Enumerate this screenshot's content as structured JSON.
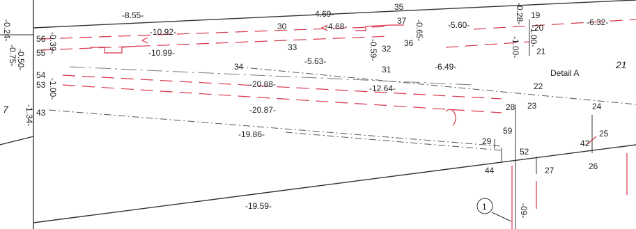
{
  "elevations": {
    "e1": "-8.55-",
    "e2": "-10.92-",
    "e3": "-10.99-",
    "e4": "-4.69-",
    "e5": "-4.68-",
    "e6": "-5.60-",
    "e7": "-6.32-",
    "e8": "-5.63-",
    "e9": "-6.49-",
    "e10": "-20.88-",
    "e11": "-12.64-",
    "e12": "-20.87-",
    "e13": "-19.86-",
    "e14": "-19.59-"
  },
  "vertical_elevations": {
    "v1": "-0.24-",
    "v2": "-0.75-",
    "v3": "-0.50-",
    "v4": "-1.34-",
    "v5": "-0.39-",
    "v6": "-1.00-",
    "v7": "-0.59-",
    "v8": "-0.65-",
    "v9": "-0.28-",
    "v10": "-1.00-",
    "v11": "-1.00-",
    "v12": "-09-"
  },
  "point_numbers": {
    "p30": "30",
    "p33": "33",
    "p34": "34",
    "p35": "35",
    "p37": "37",
    "p36": "36",
    "p32": "32",
    "p31": "31",
    "p19": "19",
    "p20": "20",
    "p21": "21",
    "p22": "22",
    "p28": "28",
    "p23": "23",
    "p24": "24",
    "p59a": "59",
    "p25": "25",
    "p29": "29",
    "p52": "52",
    "p42": "42",
    "p26": "26",
    "p44": "44",
    "p27": "27",
    "p56": "56",
    "p55": "55",
    "p54": "54",
    "p53": "53",
    "p43": "43"
  },
  "annotations": {
    "detail": "Detail A",
    "sheet_right": "21",
    "sheet_left": "7",
    "circle_marker": "1"
  },
  "colors": {
    "red_pipe": "#d7354a",
    "lines": "#333333",
    "gray_lines": "#777777"
  }
}
